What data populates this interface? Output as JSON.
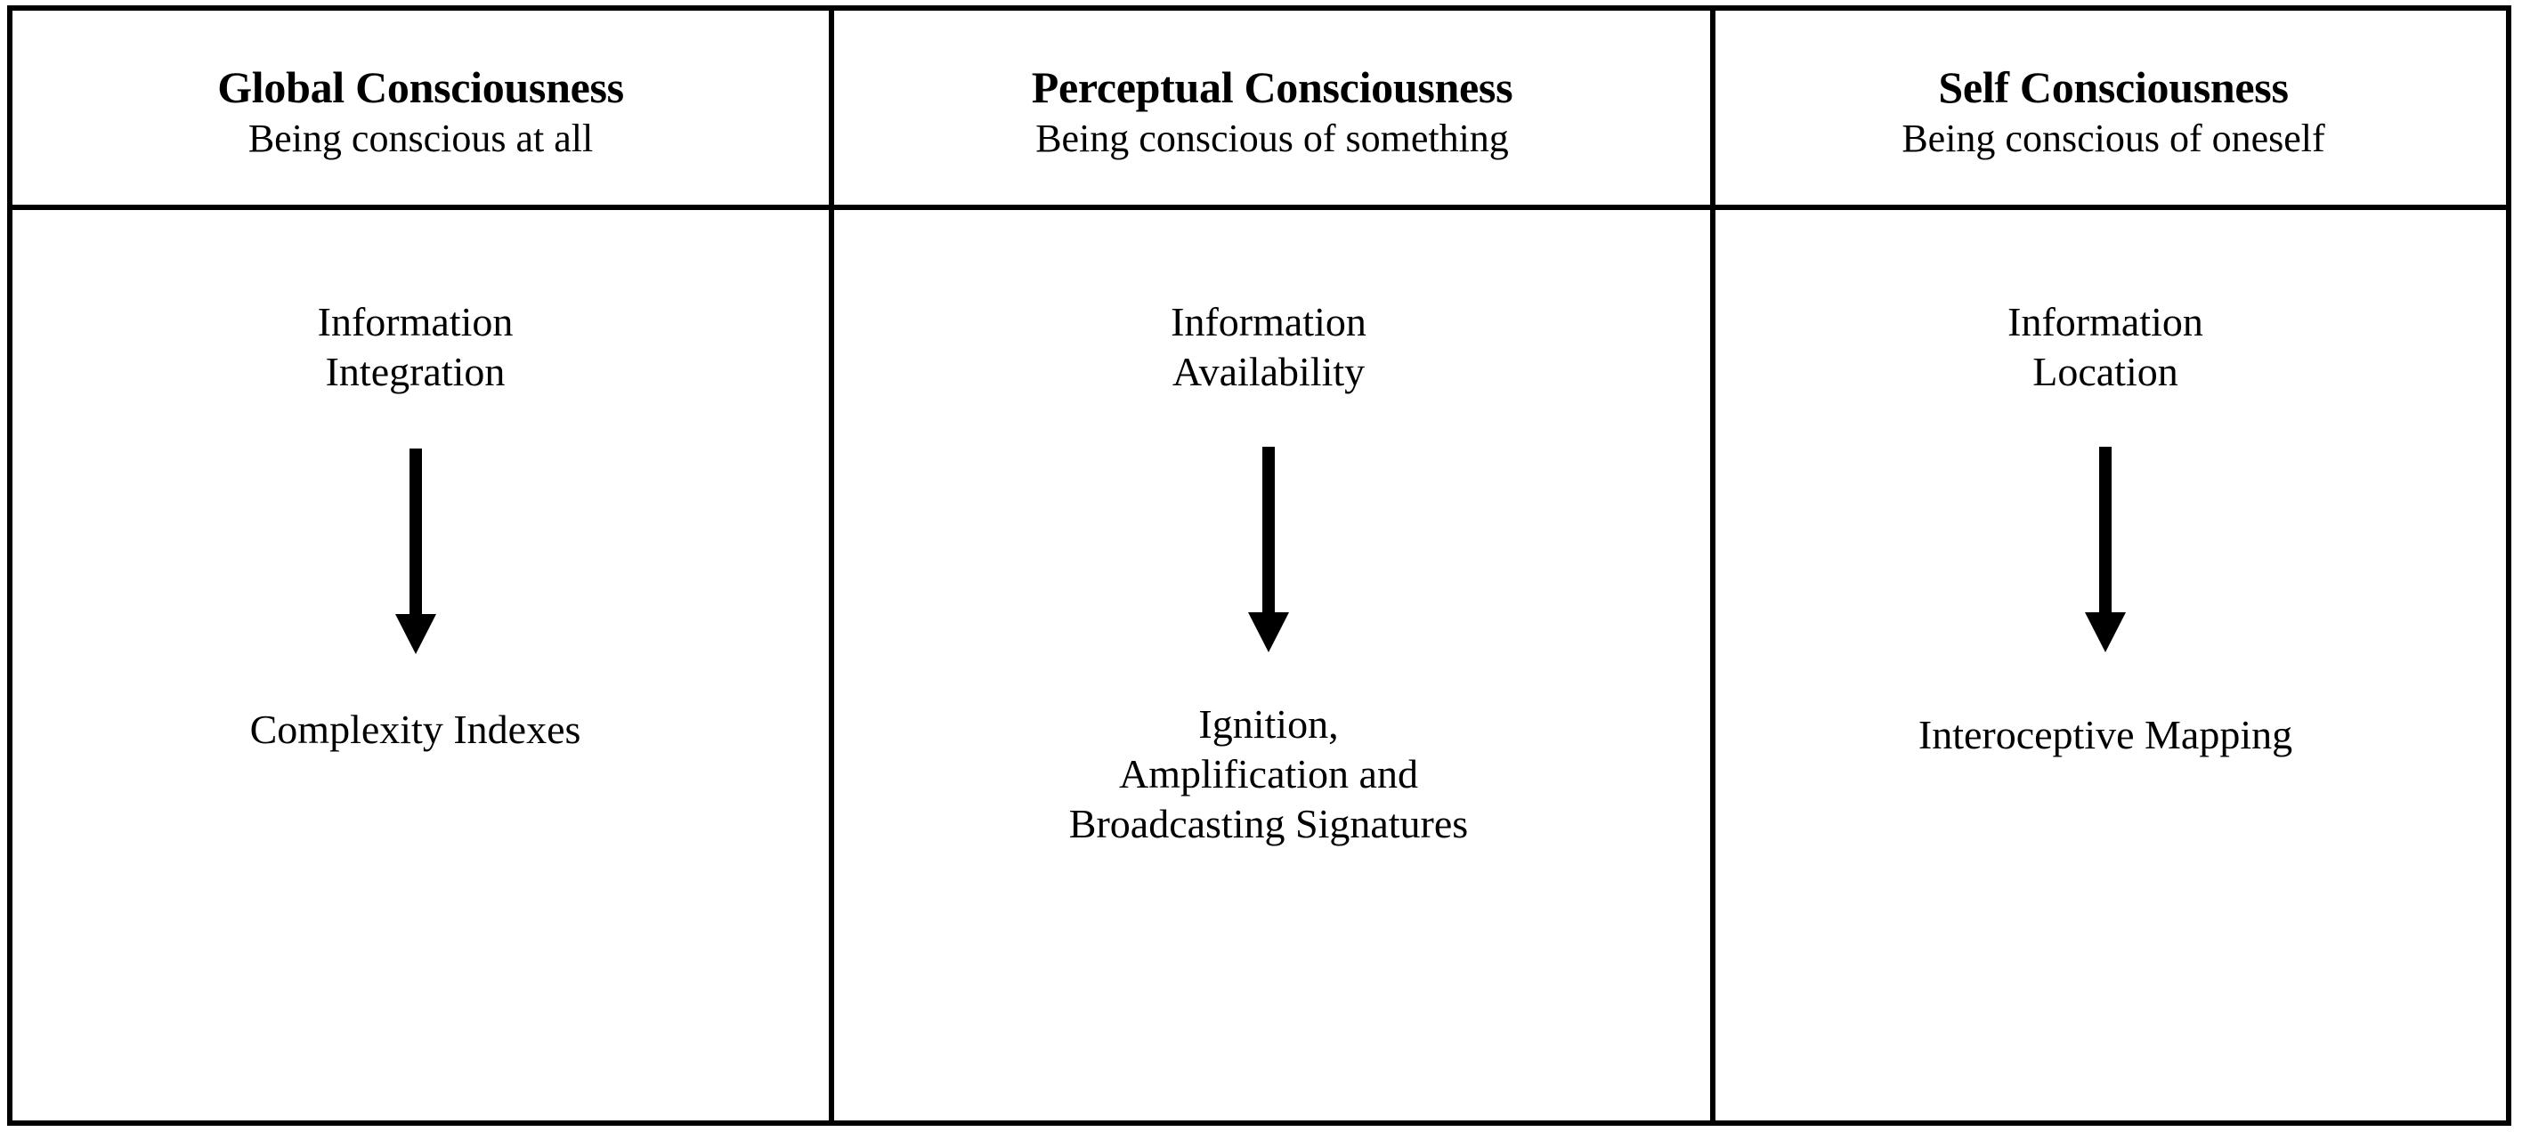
{
  "figure": {
    "type": "three-column comparison table",
    "border_color": "#000000",
    "background_color": "#ffffff",
    "text_color": "#000000"
  },
  "columns": [
    {
      "header_title": "Global Consciousness",
      "header_subtitle": "Being conscious at all",
      "top_node": "Information\nIntegration",
      "arrow": "down-arrow",
      "bottom_node": "Complexity Indexes"
    },
    {
      "header_title": "Perceptual Consciousness",
      "header_subtitle": "Being conscious of something",
      "top_node": "Information\nAvailability",
      "arrow": "down-arrow",
      "bottom_node": "Ignition,\nAmplification and\nBroadcasting Signatures"
    },
    {
      "header_title": "Self Consciousness",
      "header_subtitle": "Being conscious of oneself",
      "top_node": "Information\nLocation",
      "arrow": "down-arrow",
      "bottom_node": "Interoceptive Mapping"
    }
  ]
}
